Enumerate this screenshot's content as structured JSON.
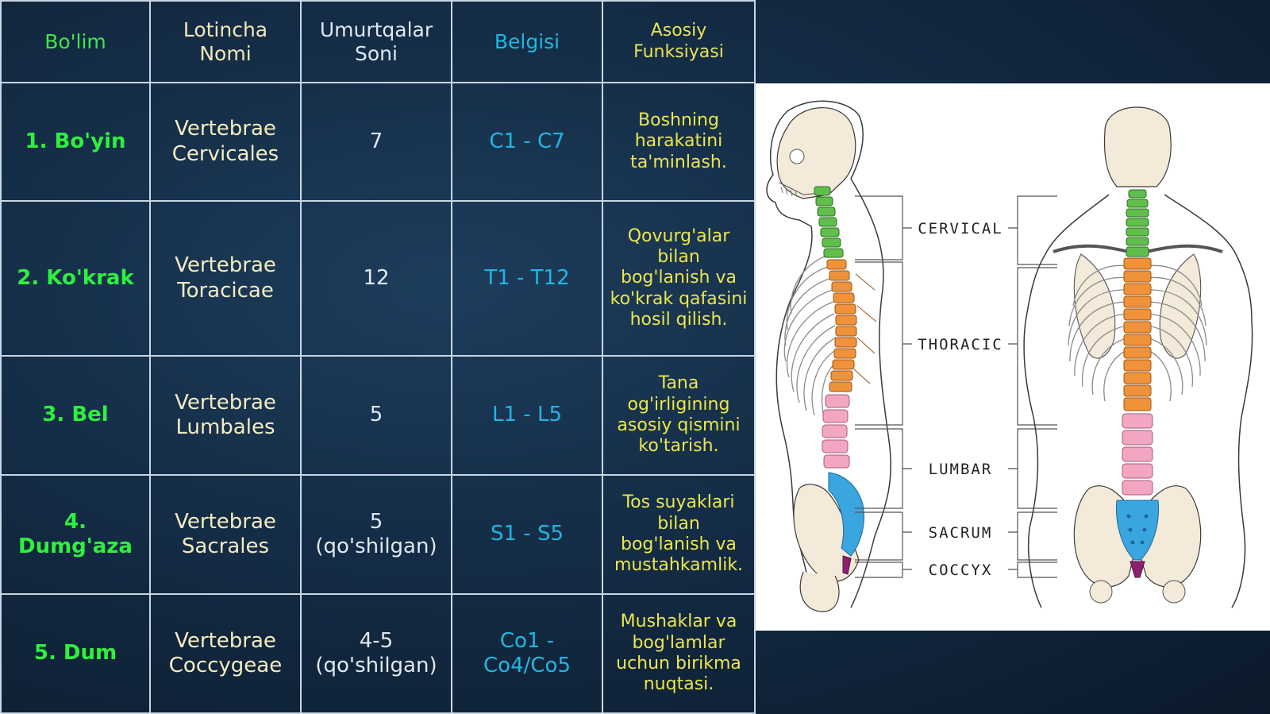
{
  "table": {
    "headers": [
      "Bo'lim",
      "Lotincha\nNomi",
      "Umurtqalar\nSoni",
      "Belgisi",
      "Asosiy\nFunksiyasi"
    ],
    "rows": [
      {
        "section": "1. Bo'yin",
        "latin": "Vertebrae\nCervicales",
        "count": "7",
        "code": "C1 - C7",
        "function": "Boshning\nharakatini\nta'minlash."
      },
      {
        "section": "2. Ko'krak",
        "latin": "Vertebrae\nToracicae",
        "count": "12",
        "code": "T1 - T12",
        "function": "Qovurg'alar\nbilan\nbog'lanish va\nko'krak qafasini\nhosil qilish."
      },
      {
        "section": "3. Bel",
        "latin": "Vertebrae\nLumbales",
        "count": "5",
        "code": "L1 - L5",
        "function": "Tana\nog'irligining\nasosiy qismini\nko'tarish."
      },
      {
        "section": "4. Dumg'aza",
        "latin": "Vertebrae\nSacrales",
        "count": "5 (qo'shilgan)",
        "code": "S1 - S5",
        "function": "Tos suyaklari\nbilan\nbog'lanish va\nmustahkamlik."
      },
      {
        "section": "5. Dum",
        "latin": "Vertebrae\nCoccygeae",
        "count": "4-5\n(qo'shilgan)",
        "code": "Co1 -\nCo4/Co5",
        "function": "Mushaklar va\nbog'lamlar\nuchun birikma\nnuqtasi."
      }
    ]
  },
  "diagram": {
    "labels": {
      "cervical": "CERVICAL",
      "thoracic": "THORACIC",
      "lumbar": "LUMBAR",
      "sacrum": "SACRUM",
      "coccyx": "COCCYX"
    },
    "colors": {
      "cervical": "#5fbf4a",
      "thoracic": "#f0923a",
      "lumbar": "#f3a6c2",
      "sacrum": "#3aa6e0",
      "coccyx": "#8e1f6e",
      "bone": "#f3ead9",
      "outline": "#3a3a3a"
    }
  }
}
